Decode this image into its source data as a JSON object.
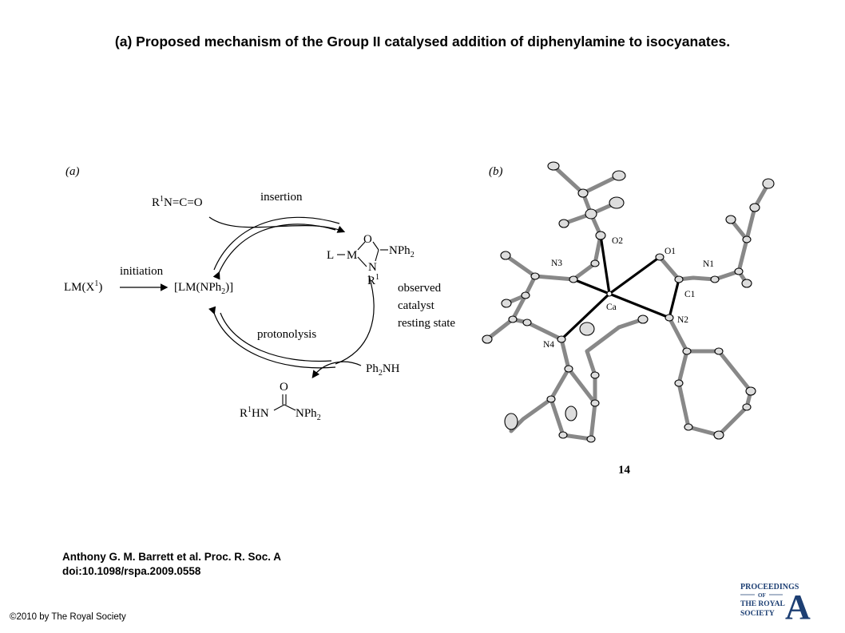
{
  "header": {
    "title": "(a) Proposed mechanism of the Group II catalysed addition of diphenylamine to isocyanates."
  },
  "panel_a": {
    "label": "(a)",
    "isocyanate": "R1N=C=O",
    "step_insertion": "insertion",
    "step_initiation": "initiation",
    "precatalyst": "LM(X1)",
    "active_species": "[LM(NPh2)]",
    "intermediate_L": "L",
    "intermediate_M": "M",
    "intermediate_O": "O",
    "intermediate_N": "N",
    "intermediate_R": "R1",
    "intermediate_NPh2": "NPh2",
    "resting_state_line1": "observed",
    "resting_state_line2": "catalyst",
    "resting_state_line3": "resting state",
    "step_protonolysis": "protonolysis",
    "amine": "Ph2NH",
    "product_O": "O",
    "product_left": "R1HN",
    "product_right": "NPh2"
  },
  "panel_b": {
    "label": "(b)",
    "atoms": [
      "O2",
      "O1",
      "N3",
      "N1",
      "Ca",
      "C1",
      "N2",
      "N4"
    ],
    "compound_number": "14"
  },
  "citation": {
    "line1": "Anthony G. M. Barrett et al. Proc. R. Soc. A",
    "line2": "doi:10.1098/rspa.2009.0558"
  },
  "footer": {
    "copyright": "©2010 by The Royal Society"
  },
  "logo": {
    "line1": "PROCEEDINGS",
    "line2": "OF",
    "line3": "THE ROYAL",
    "line4": "SOCIETY",
    "letter": "A"
  }
}
